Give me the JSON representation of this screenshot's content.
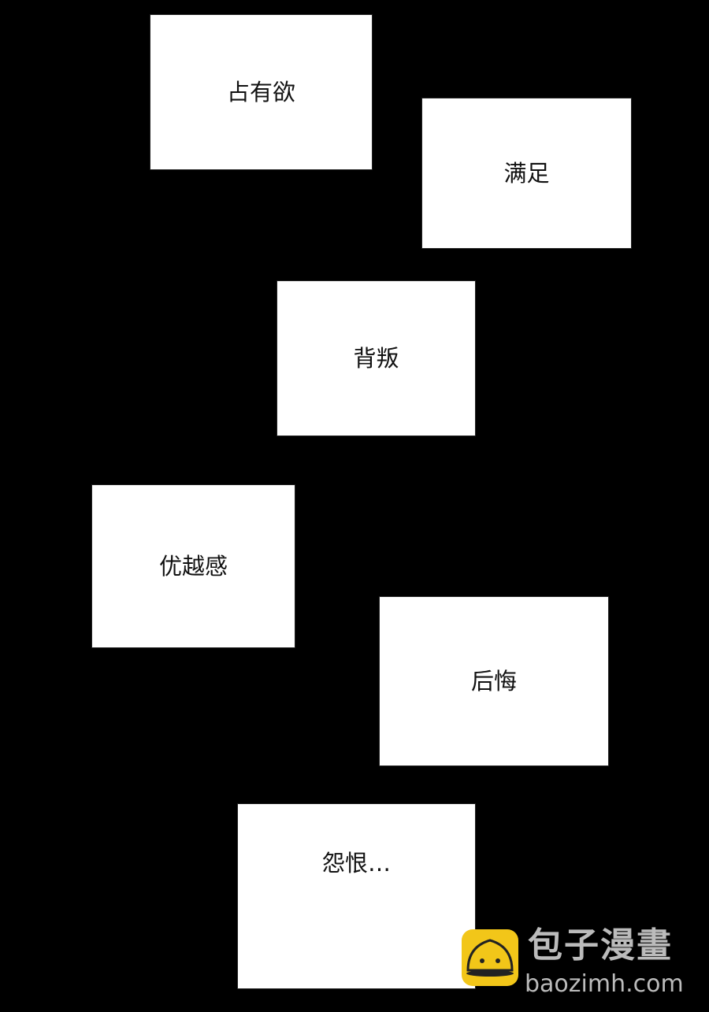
{
  "panels": [
    {
      "text": "占有欲"
    },
    {
      "text": "满足"
    },
    {
      "text": "背叛"
    },
    {
      "text": "优越感"
    },
    {
      "text": "后悔"
    },
    {
      "text": "怨恨…"
    }
  ],
  "watermark": {
    "title": "包子漫畫",
    "url": "baozimh.com",
    "logo_color": "#f2c619"
  }
}
